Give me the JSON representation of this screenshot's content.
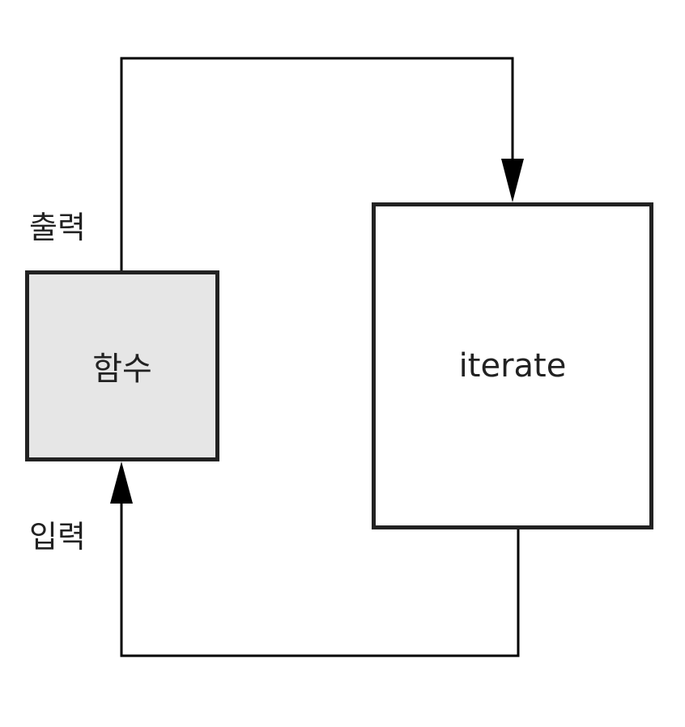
{
  "colors": {
    "stroke": "#222222",
    "line": "#000000",
    "function_fill": "#e6e6e6",
    "iterate_fill": "#ffffff",
    "text": "#222222"
  },
  "nodes": {
    "function": {
      "label": "함수"
    },
    "iterate": {
      "label": "iterate"
    }
  },
  "edges": {
    "output": {
      "label": "출력",
      "from": "function",
      "to": "iterate"
    },
    "input": {
      "label": "입력",
      "from": "iterate",
      "to": "function"
    }
  }
}
